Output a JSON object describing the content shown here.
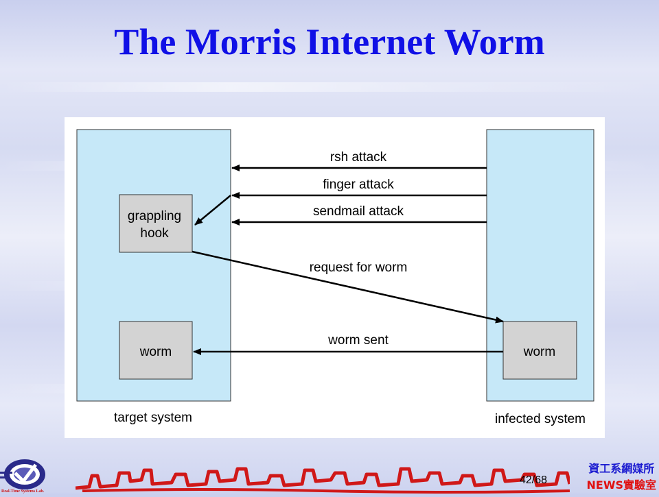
{
  "slide": {
    "title": "The Morris Internet Worm",
    "page_number": "42",
    "page_total": "/68",
    "lab_name_line1": "資工系網媒所",
    "lab_name_line2": "NEWS實驗室",
    "logo_text": "Real-Time Systems Lab."
  },
  "diagram": {
    "target_label": "target system",
    "infected_label": "infected system",
    "grappling_line1": "grappling",
    "grappling_line2": "hook",
    "worm_target": "worm",
    "worm_infected": "worm",
    "arrows": {
      "rsh": "rsh attack",
      "finger": "finger attack",
      "sendmail": "sendmail attack",
      "request": "request for worm",
      "sent": "worm sent"
    }
  },
  "colors": {
    "title": "#1010e6",
    "panel": "#c6e8f8",
    "box": "#d3d3d3",
    "lab_blue": "#1a1ad0",
    "lab_red": "#e01010"
  }
}
